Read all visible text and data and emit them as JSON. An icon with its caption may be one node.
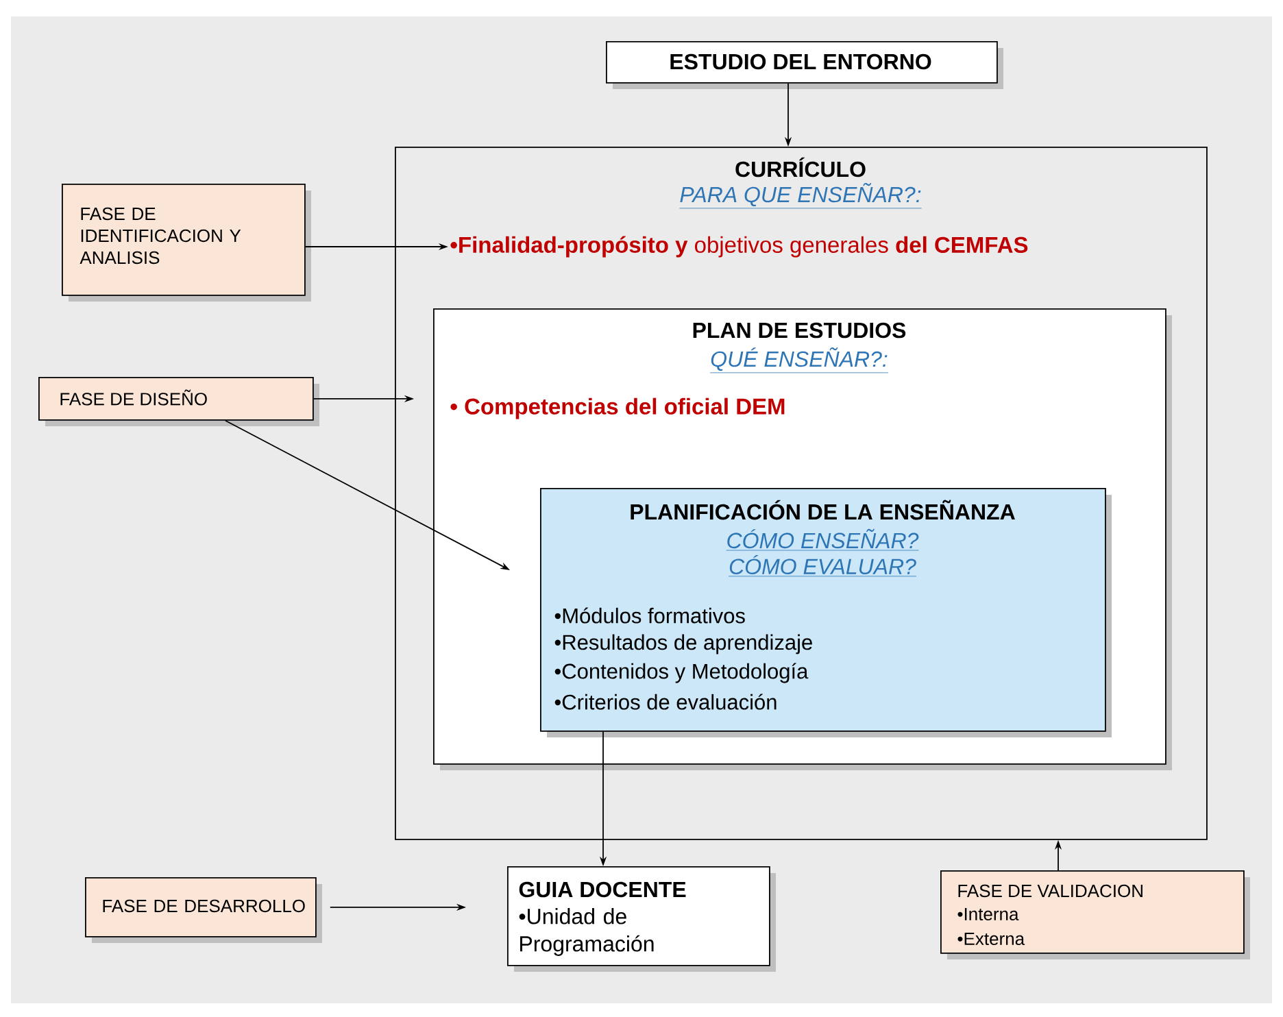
{
  "diagram": {
    "nodes": [
      {
        "text": [
          "ESTUDIO DEL ENTORNO"
        ]
      },
      {
        "text": [
          "CURRÍCULO",
          "PARA QUE ENSEÑAR?:",
          "**•Finalidad-propósito y** objetivos generales **del CEMFAS**"
        ]
      },
      {
        "text": [
          "PLAN DE ESTUDIOS",
          "QUÉ ENSEÑAR?:",
          "• Competencias del oficial DEM"
        ],
        "in": 1
      },
      {
        "text": [
          "PLANIFICACIÓN DE LA ENSEÑANZA",
          "CÓMO ENSEÑAR?",
          "CÓMO EVALUAR?",
          "•Módulos formativos",
          "•Resultados de aprendizaje",
          "•Contenidos y Metodología",
          "•Criterios de evaluación"
        ],
        "in": 2
      },
      {
        "text": [
          "FASE DE IDENTIFICACION Y ANALISIS"
        ]
      },
      {
        "text": [
          "FASE DE  DISEÑO"
        ]
      },
      {
        "text": [
          "FASE DE DESARROLLO"
        ]
      },
      {
        "text": [
          "GUIA DOCENTE",
          "•Unidad de Programación"
        ]
      },
      {
        "text": [
          "FASE DE  VALIDACION",
          "•Interna",
          "•Externa"
        ]
      }
    ],
    "edges": [
      {
        "from": 0,
        "to": 1,
        "arrow": "to"
      },
      {
        "from": 4,
        "to": 1,
        "arrow": "to"
      },
      {
        "from": 5,
        "to": 2,
        "arrow": "to"
      },
      {
        "from": 5,
        "to": 3,
        "arrow": "to"
      },
      {
        "from": 3,
        "to": 7,
        "arrow": "to"
      },
      {
        "from": 6,
        "to": 7,
        "arrow": "to"
      },
      {
        "from": 8,
        "to": 1,
        "arrow": "to"
      }
    ]
  }
}
